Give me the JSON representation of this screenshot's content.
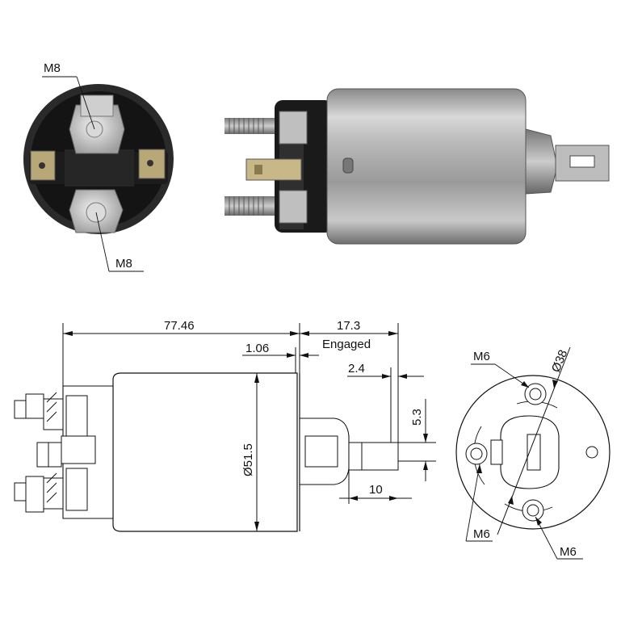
{
  "photo_end_view": {
    "label_top": "M8",
    "label_bottom": "M8"
  },
  "drawing_side": {
    "overall_length": "77.46",
    "gap": "1.06",
    "stroke": "17.3",
    "stroke_note": "Engaged",
    "plunger_offset": "2.4",
    "slot_width": "5.3",
    "plunger_length": "10",
    "body_diameter": "Ø51.5"
  },
  "drawing_end": {
    "bolt_circle": "Ø38",
    "hole_top": "M6",
    "hole_left": "M6",
    "hole_bottom": "M6"
  }
}
